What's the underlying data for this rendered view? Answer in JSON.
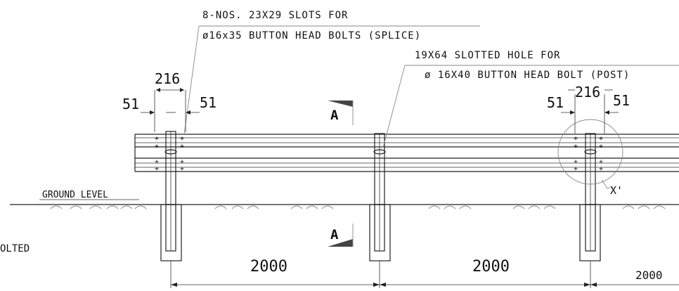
{
  "notes": {
    "splice_line1": "8-NOS. 23X29 SLOTS FOR",
    "splice_line2": "ø16x35 BUTTON HEAD BOLTS (SPLICE)",
    "post_line1": "19X64 SLOTTED HOLE FOR",
    "post_line2": "ø 16X40 BUTTON HEAD BOLT (POST)"
  },
  "labels": {
    "ground_level": "GROUND LEVEL",
    "detail_ref": "X'",
    "section_top": "A",
    "section_bottom": "A",
    "cut_text": "OLTED"
  },
  "dimensions": {
    "left_spacing": "216",
    "left_offset_a": "51",
    "left_offset_b": "51",
    "right_spacing": "216",
    "right_offset_a": "51",
    "right_offset_b": "51",
    "span_1": "2000",
    "span_2": "2000",
    "span_3": "2000"
  }
}
